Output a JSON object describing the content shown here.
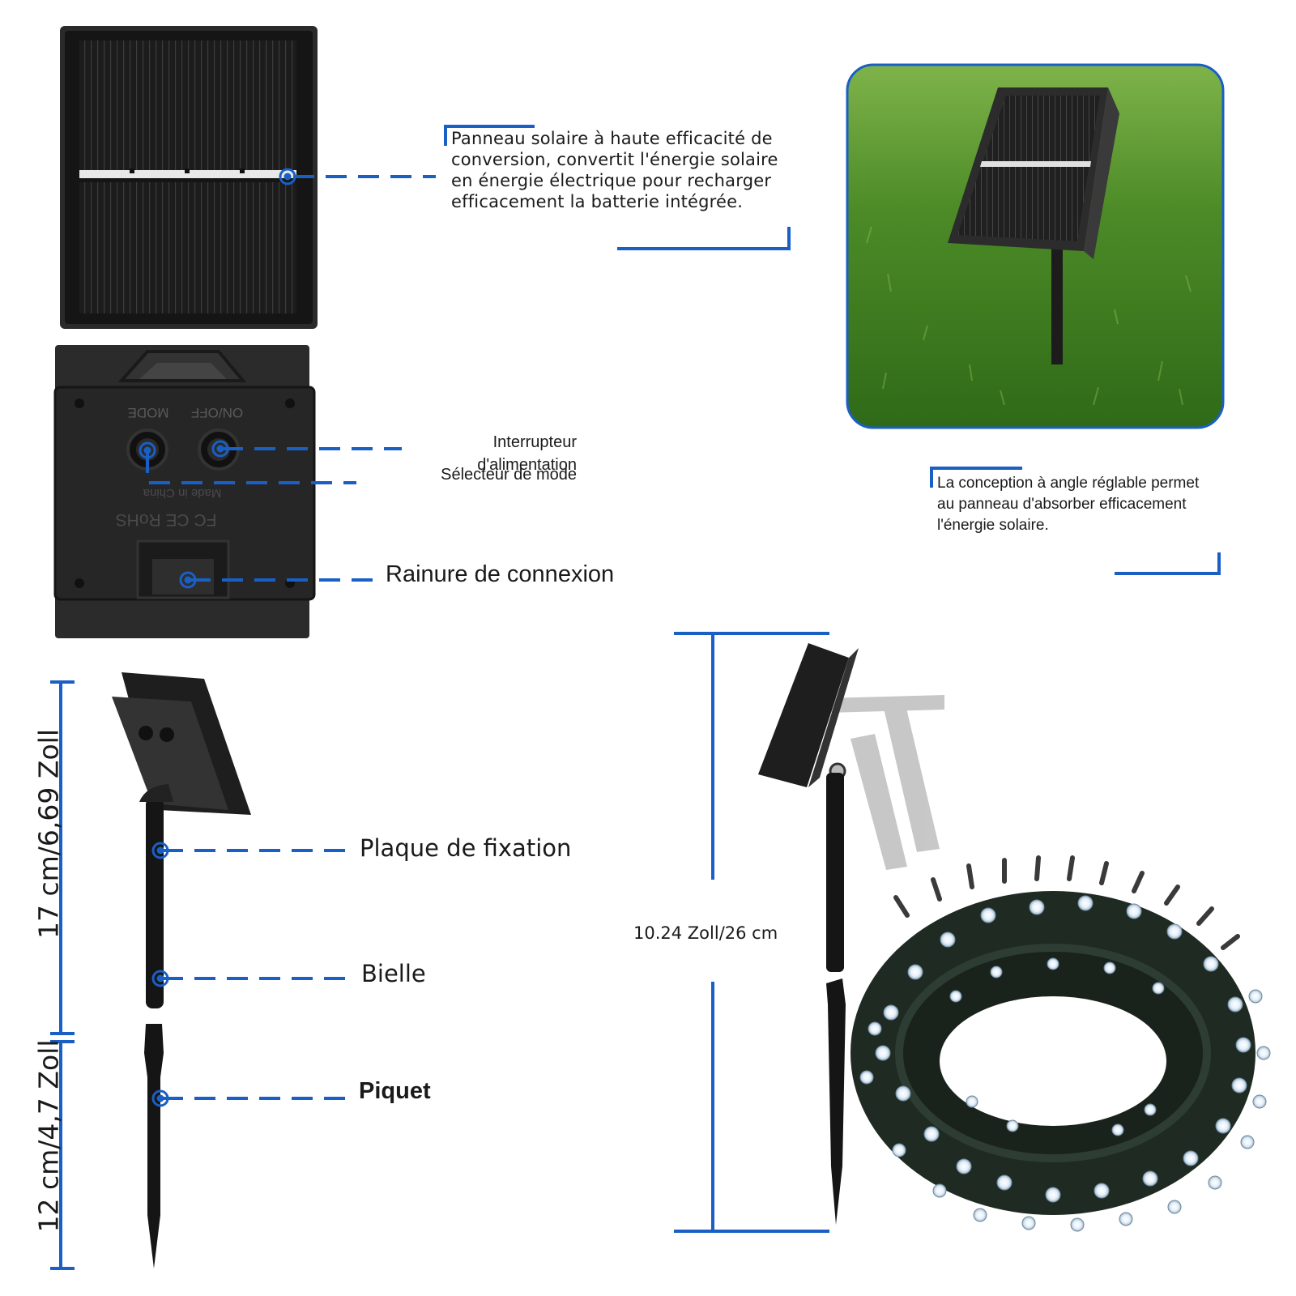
{
  "annotations": {
    "panel_description": "Panneau solaire à haute efficacité de conversion, convertit l'énergie solaire en énergie électrique pour recharger efficacement la batterie intégrée.",
    "angle_description": "La conception à angle réglable permet au panneau d'absorber efficacement l'énergie solaire.",
    "power_switch": "Interrupteur d'alimentation",
    "mode_selector": "Sélecteur de mode",
    "connection_groove": "Rainure de connexion",
    "mounting_plate": "Plaque de fixation",
    "connecting_rod": "Bielle",
    "stake": "Piquet"
  },
  "panel_back_markings": {
    "mode": "MODE",
    "on_off": "ON/OFF",
    "made_in": "Made in China",
    "certification": "FC CE RoHS"
  },
  "dimensions": {
    "upper_height": "17 cm/6,69 Zoll",
    "lower_height": "12 cm/4,7 Zoll",
    "total_height": "10.24 Zoll/26 cm"
  },
  "colors": {
    "accent_blue": "#1a5fc4",
    "panel_dark": "#1e1e1e",
    "grass_green": "#4e8f2a"
  }
}
